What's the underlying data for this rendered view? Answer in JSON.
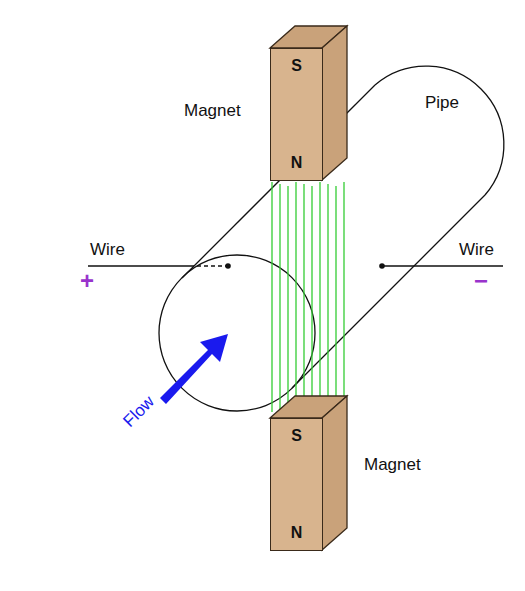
{
  "diagram": {
    "nodes": [
      {
        "text": [
          "S",
          "N"
        ]
      },
      {
        "text": [
          "S",
          "N"
        ]
      }
    ],
    "labels": [
      "Magnet",
      "Pipe",
      "Wire",
      "+",
      "Wire",
      "−",
      "Flow",
      "Magnet"
    ]
  }
}
